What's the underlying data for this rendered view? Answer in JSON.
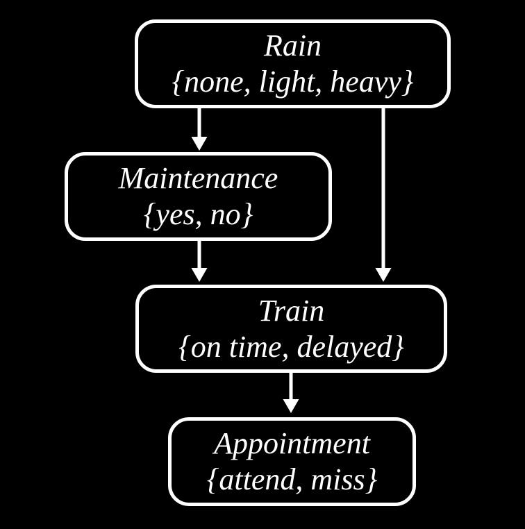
{
  "diagram": {
    "kind": "bayesian-network",
    "colors": {
      "background": "#000000",
      "node_border": "#ffffff",
      "text": "#ffffff",
      "arrow": "#ffffff"
    },
    "nodes": [
      {
        "id": "rain",
        "label": "Rain",
        "values": "{none, light, heavy}"
      },
      {
        "id": "maintenance",
        "label": "Maintenance",
        "values": "{yes, no}"
      },
      {
        "id": "train",
        "label": "Train",
        "values": "{on time, delayed}"
      },
      {
        "id": "appointment",
        "label": "Appointment",
        "values": "{attend, miss}"
      }
    ],
    "edges": [
      {
        "from": "rain",
        "to": "maintenance"
      },
      {
        "from": "rain",
        "to": "train"
      },
      {
        "from": "maintenance",
        "to": "train"
      },
      {
        "from": "train",
        "to": "appointment"
      }
    ]
  }
}
